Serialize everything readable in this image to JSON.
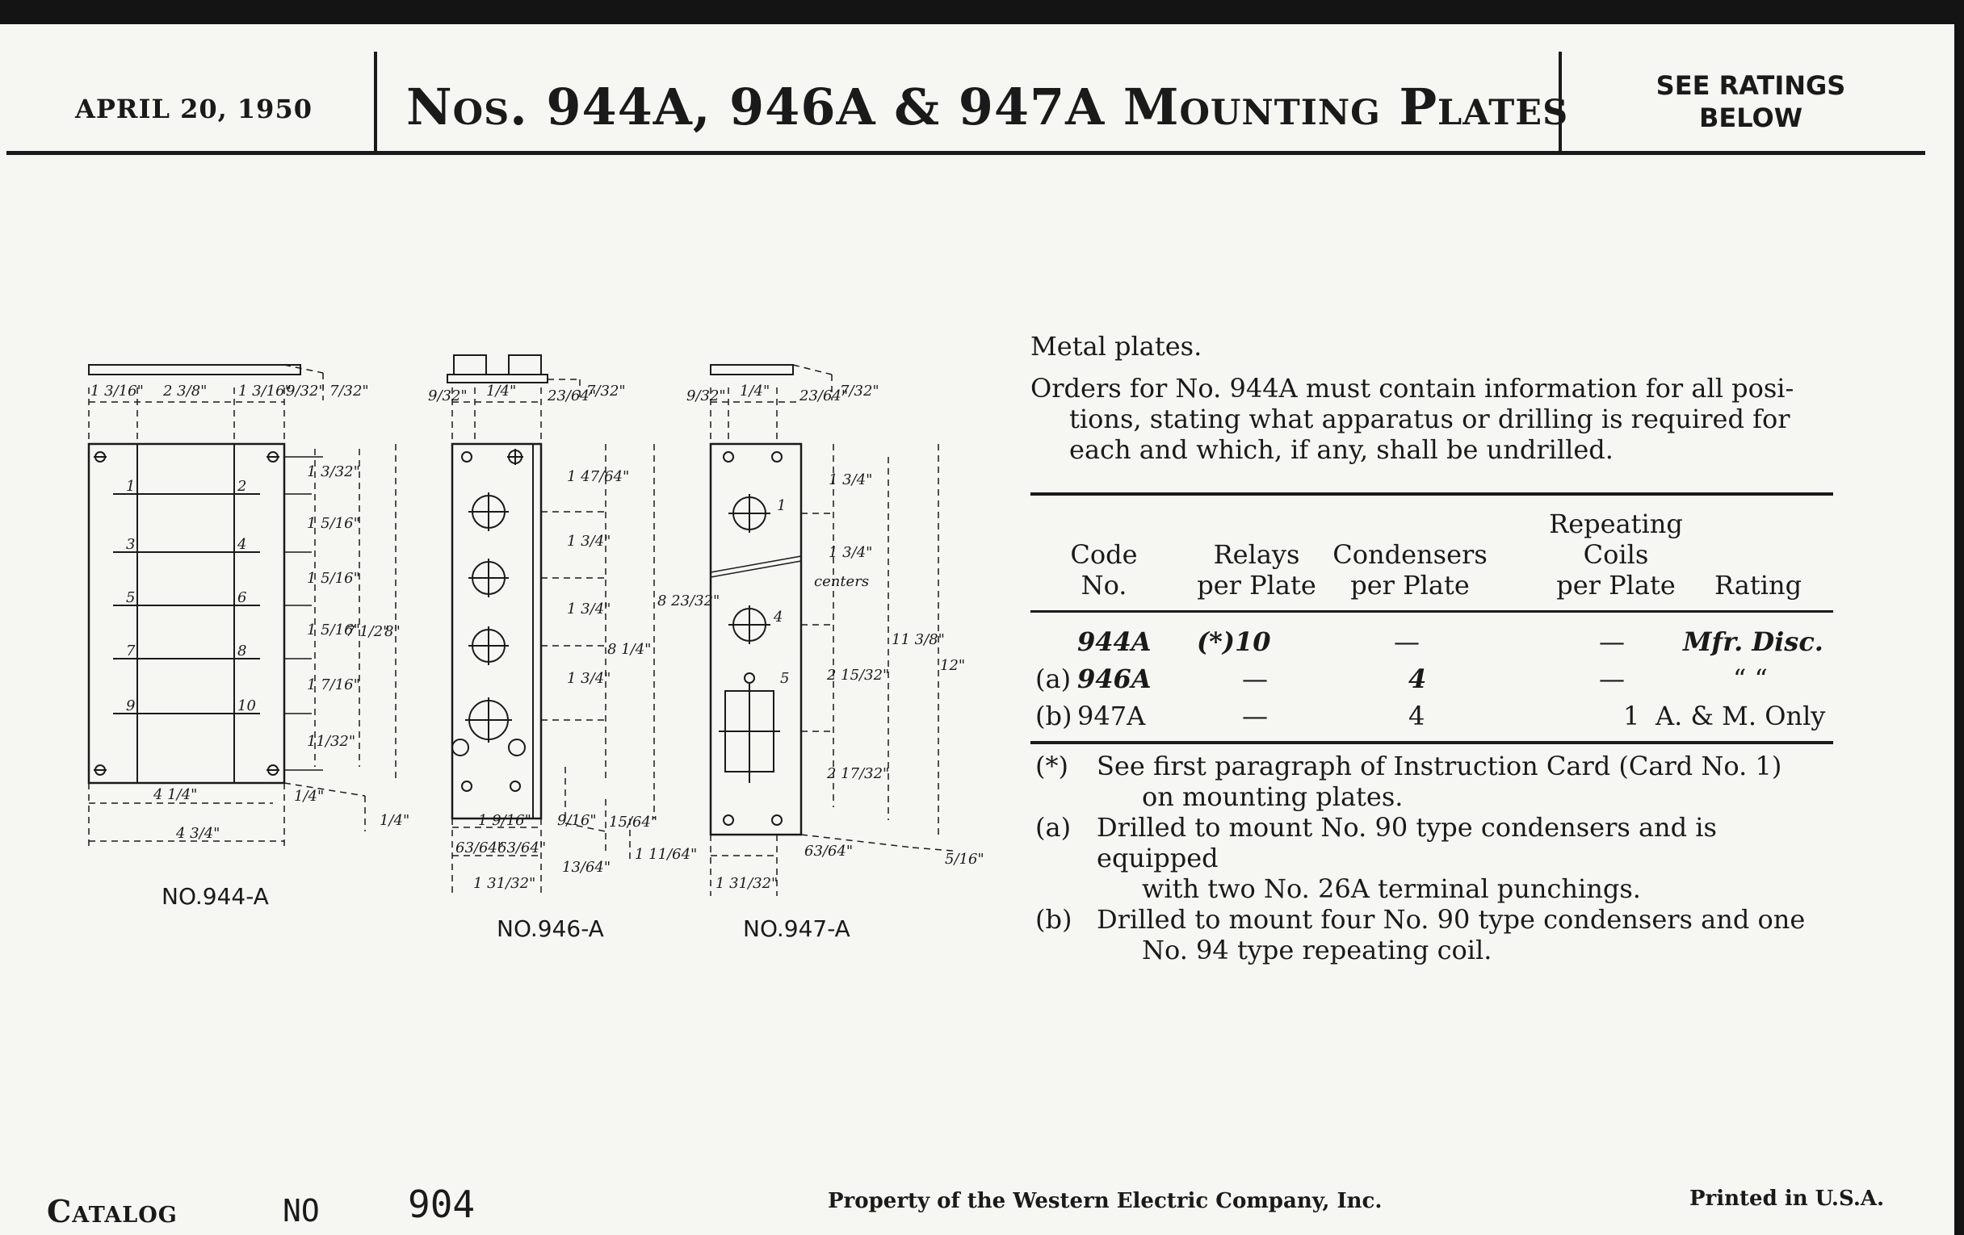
{
  "header": {
    "date": "APRIL 20, 1950",
    "title": "Nos. 944A, 946A & 947A Mounting Plates",
    "ratings_line1": "SEE RATINGS",
    "ratings_line2": "BELOW"
  },
  "drawings": {
    "label_944": "NO.944-A",
    "label_946": "NO.946-A",
    "label_947": "NO.947-A",
    "centers_note": "centers",
    "dims_944": [
      "1 3/16\"",
      "2 3/8\"",
      "1 3/16\"",
      "9/32\"",
      "7/32\"",
      "1 3/32\"",
      "1 5/16\"",
      "1 5/16\"",
      "1 5/16\"",
      "1 7/16\"",
      "11/32\"",
      "7 1/2\"",
      "8\"",
      "4 1/4\"",
      "4 3/4\"",
      "1/4\"",
      "1/4\""
    ],
    "dims_946": [
      "9/32\"",
      "1/4\"",
      "23/64\"",
      "7/32\"",
      "1 47/64\"",
      "1 3/4\"",
      "1 3/4\"",
      "1 3/4\"",
      "8 1/4\"",
      "8 23/32\"",
      "1 9/16\"",
      "9/16\"",
      "15/64\"",
      "1 11/64\"",
      "63/64\"",
      "63/64\"",
      "13/64\"",
      "1 31/32\""
    ],
    "dims_947": [
      "9/32\"",
      "1/4\"",
      "23/64\"",
      "7/32\"",
      "1 3/4\"",
      "1 3/4\"",
      "2 15/32\"",
      "2 17/32\"",
      "11 3/8\"",
      "12\"",
      "63/64\"",
      "5/16\"",
      "1 31/32\""
    ],
    "plate_numbers_944": [
      "1",
      "2",
      "3",
      "4",
      "5",
      "6",
      "7",
      "8",
      "9",
      "10"
    ],
    "plate_numbers_947": [
      "1",
      "4",
      "5"
    ]
  },
  "body": {
    "metal": "Metal plates.",
    "orders_line1": "Orders for No. 944A must contain information for all posi-",
    "orders_line2": "tions, stating what apparatus or drilling is required for",
    "orders_line3": "each and which, if any, shall be undrilled."
  },
  "table": {
    "headers": {
      "code_1": "Code",
      "code_2": "No.",
      "relays_1": "Relays",
      "relays_2": "per Plate",
      "cond_1": "Condensers",
      "cond_2": "per Plate",
      "rep_1": "Repeating",
      "rep_2": "Coils",
      "rep_3": "per Plate",
      "rating": "Rating"
    },
    "rows": [
      {
        "prefix": "",
        "code": "944A",
        "relays": "(*)10",
        "condensers": "—",
        "coils": "—",
        "rating": "Mfr. Disc."
      },
      {
        "prefix": "(a)",
        "code": "946A",
        "relays": "—",
        "condensers": "4",
        "coils": "—",
        "rating": "“     “"
      },
      {
        "prefix": "(b)",
        "code": "947A",
        "relays": "—",
        "condensers": "4",
        "coils": "1",
        "rating": "A. & M. Only"
      }
    ]
  },
  "notes": [
    {
      "mark": "(*)",
      "line1": "See first paragraph of Instruction Card (Card No. 1)",
      "line2": "on mounting plates."
    },
    {
      "mark": "(a)",
      "line1": "Drilled to mount No. 90 type condensers and is equipped",
      "line2": "with two No. 26A terminal punchings."
    },
    {
      "mark": "(b)",
      "line1": "Drilled to mount four No. 90 type condensers and one",
      "line2": "No. 94 type repeating coil."
    }
  ],
  "footer": {
    "catalog": "Catalog",
    "no": "NO",
    "number": "904",
    "property": "Property of the Western Electric Company, Inc.",
    "printed": "Printed in U.S.A."
  }
}
